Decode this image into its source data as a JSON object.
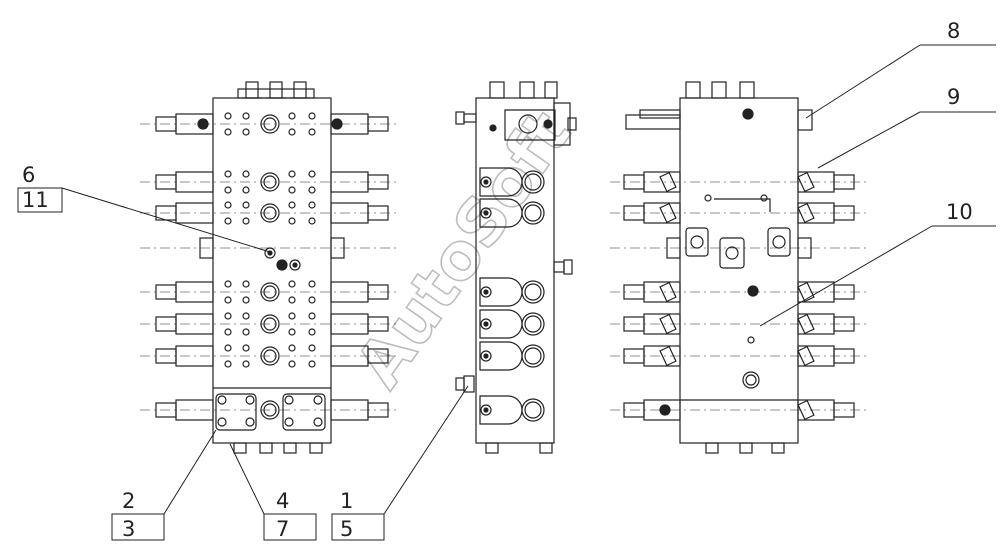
{
  "callouts": [
    {
      "id": "c1",
      "number": "1"
    },
    {
      "id": "c2",
      "number": "2"
    },
    {
      "id": "c3",
      "number": "3"
    },
    {
      "id": "c4",
      "number": "4"
    },
    {
      "id": "c5",
      "number": "5"
    },
    {
      "id": "c6",
      "number": "6"
    },
    {
      "id": "c7",
      "number": "7"
    },
    {
      "id": "c8",
      "number": "8"
    },
    {
      "id": "c9",
      "number": "9"
    },
    {
      "id": "c10",
      "number": "10"
    },
    {
      "id": "c11",
      "number": "11"
    }
  ],
  "watermark": "AutoSoft"
}
